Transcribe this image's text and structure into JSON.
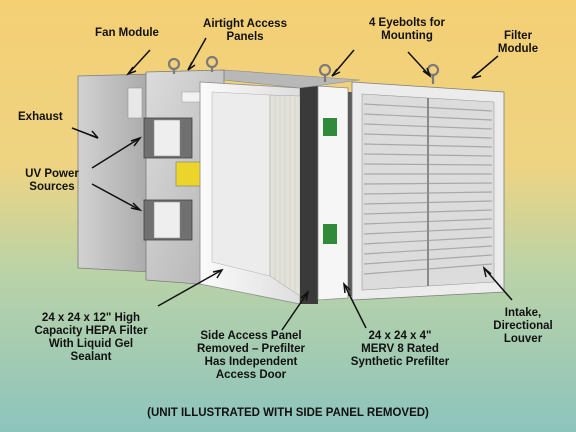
{
  "labels": {
    "fan_module": "Fan Module",
    "airtight_panels": "Airtight Access\nPanels",
    "eyebolts": "4 Eyebolts for\nMounting",
    "filter_module": "Filter\nModule",
    "exhaust": "Exhaust",
    "uv_power": "UV Power\nSources",
    "hepa": "24 x 24 x 12\" High\nCapacity HEPA Filter\nWith Liquid Gel\nSealant",
    "side_panel": "Side Access Panel\nRemoved – Prefilter\nHas Independent\nAccess Door",
    "merv": "24 x 24 x 4\"\nMERV 8 Rated\nSynthetic Prefilter",
    "intake": "Intake,\nDirectional\nLouver"
  },
  "caption": "(UNIT ILLUSTRATED WITH SIDE PANEL REMOVED)",
  "colors": {
    "bg_top": "#f4cf74",
    "bg_bottom": "#8cc4bd",
    "metal": "#bcbcbc",
    "label_green": "#2f8a3a"
  }
}
